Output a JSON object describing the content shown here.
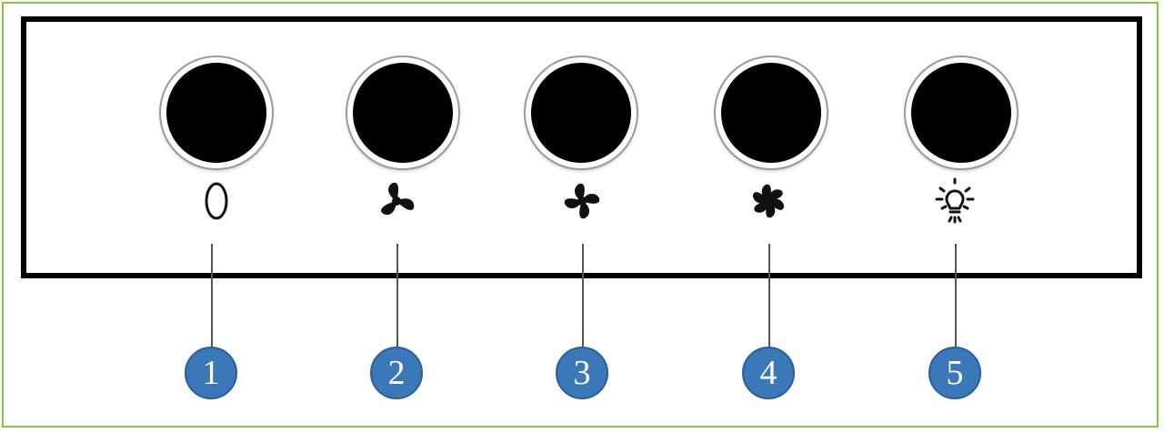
{
  "colors": {
    "frame_border": "#8bc34a",
    "panel_border": "#000000",
    "button_fill": "#000000",
    "badge_fill": "#3a78b8"
  },
  "controls": [
    {
      "icon": "power-off-icon",
      "badge": "1"
    },
    {
      "icon": "fan-speed-1-icon",
      "badge": "2"
    },
    {
      "icon": "fan-speed-2-icon",
      "badge": "3"
    },
    {
      "icon": "fan-speed-3-icon",
      "badge": "4"
    },
    {
      "icon": "light-bulb-icon",
      "badge": "5"
    }
  ]
}
